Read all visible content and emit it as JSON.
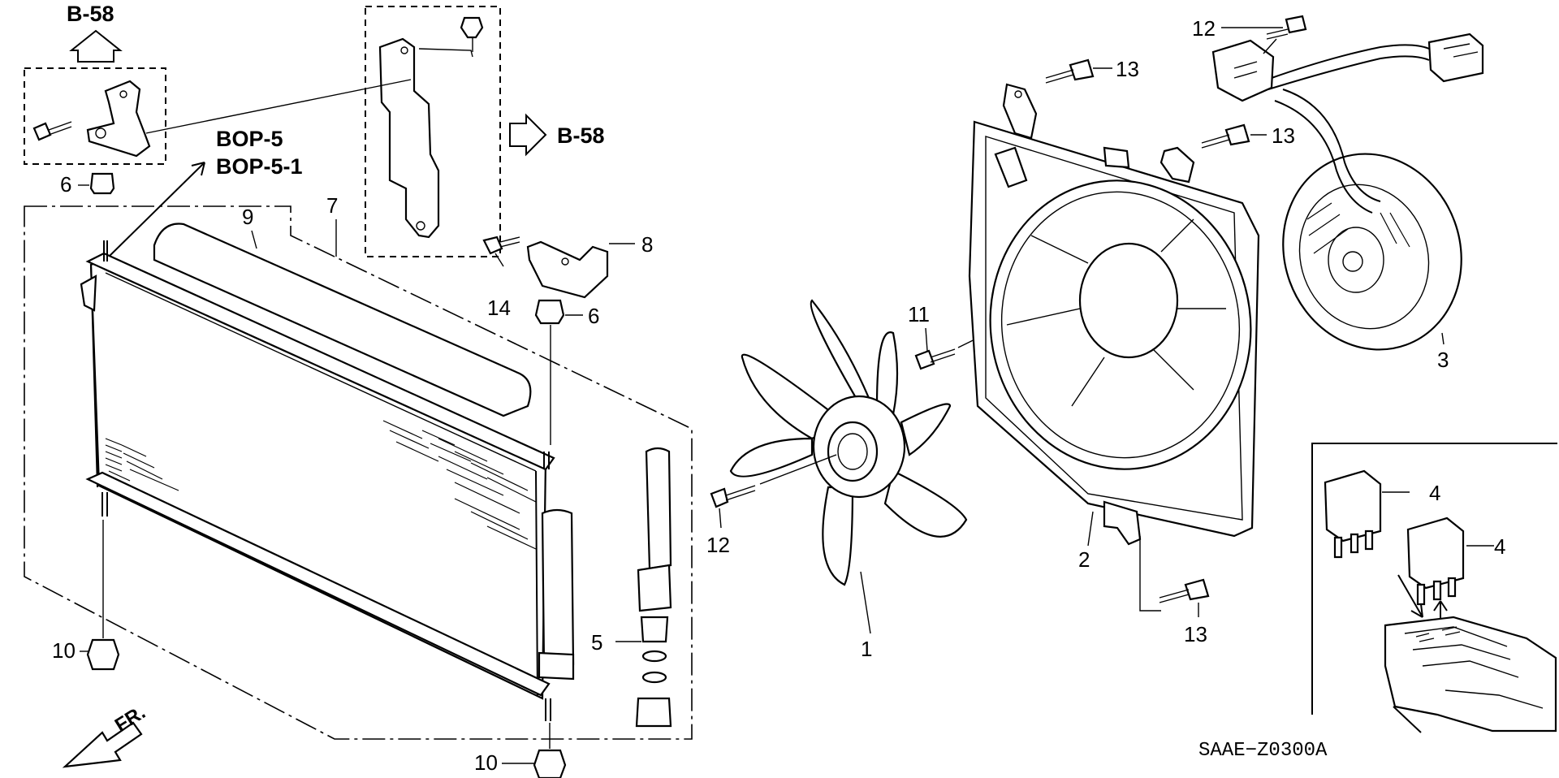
{
  "diagram_title_code": "SAAE−Z0300A",
  "references": {
    "b58_top": "B-58",
    "b58_right": "B-58",
    "bop5": "BOP-5",
    "bop51": "BOP-5-1"
  },
  "direction": {
    "label": "FR."
  },
  "callouts": {
    "c1": "1",
    "c2": "2",
    "c3": "3",
    "c4a": "4",
    "c4b": "4",
    "c5": "5",
    "c6a": "6",
    "c6b": "6",
    "c7": "7",
    "c8": "8",
    "c9": "9",
    "c10a": "10",
    "c10b": "10",
    "c11": "11",
    "c12a": "12",
    "c12b": "12",
    "c13a": "13",
    "c13b": "13",
    "c13c": "13",
    "c14": "14"
  }
}
